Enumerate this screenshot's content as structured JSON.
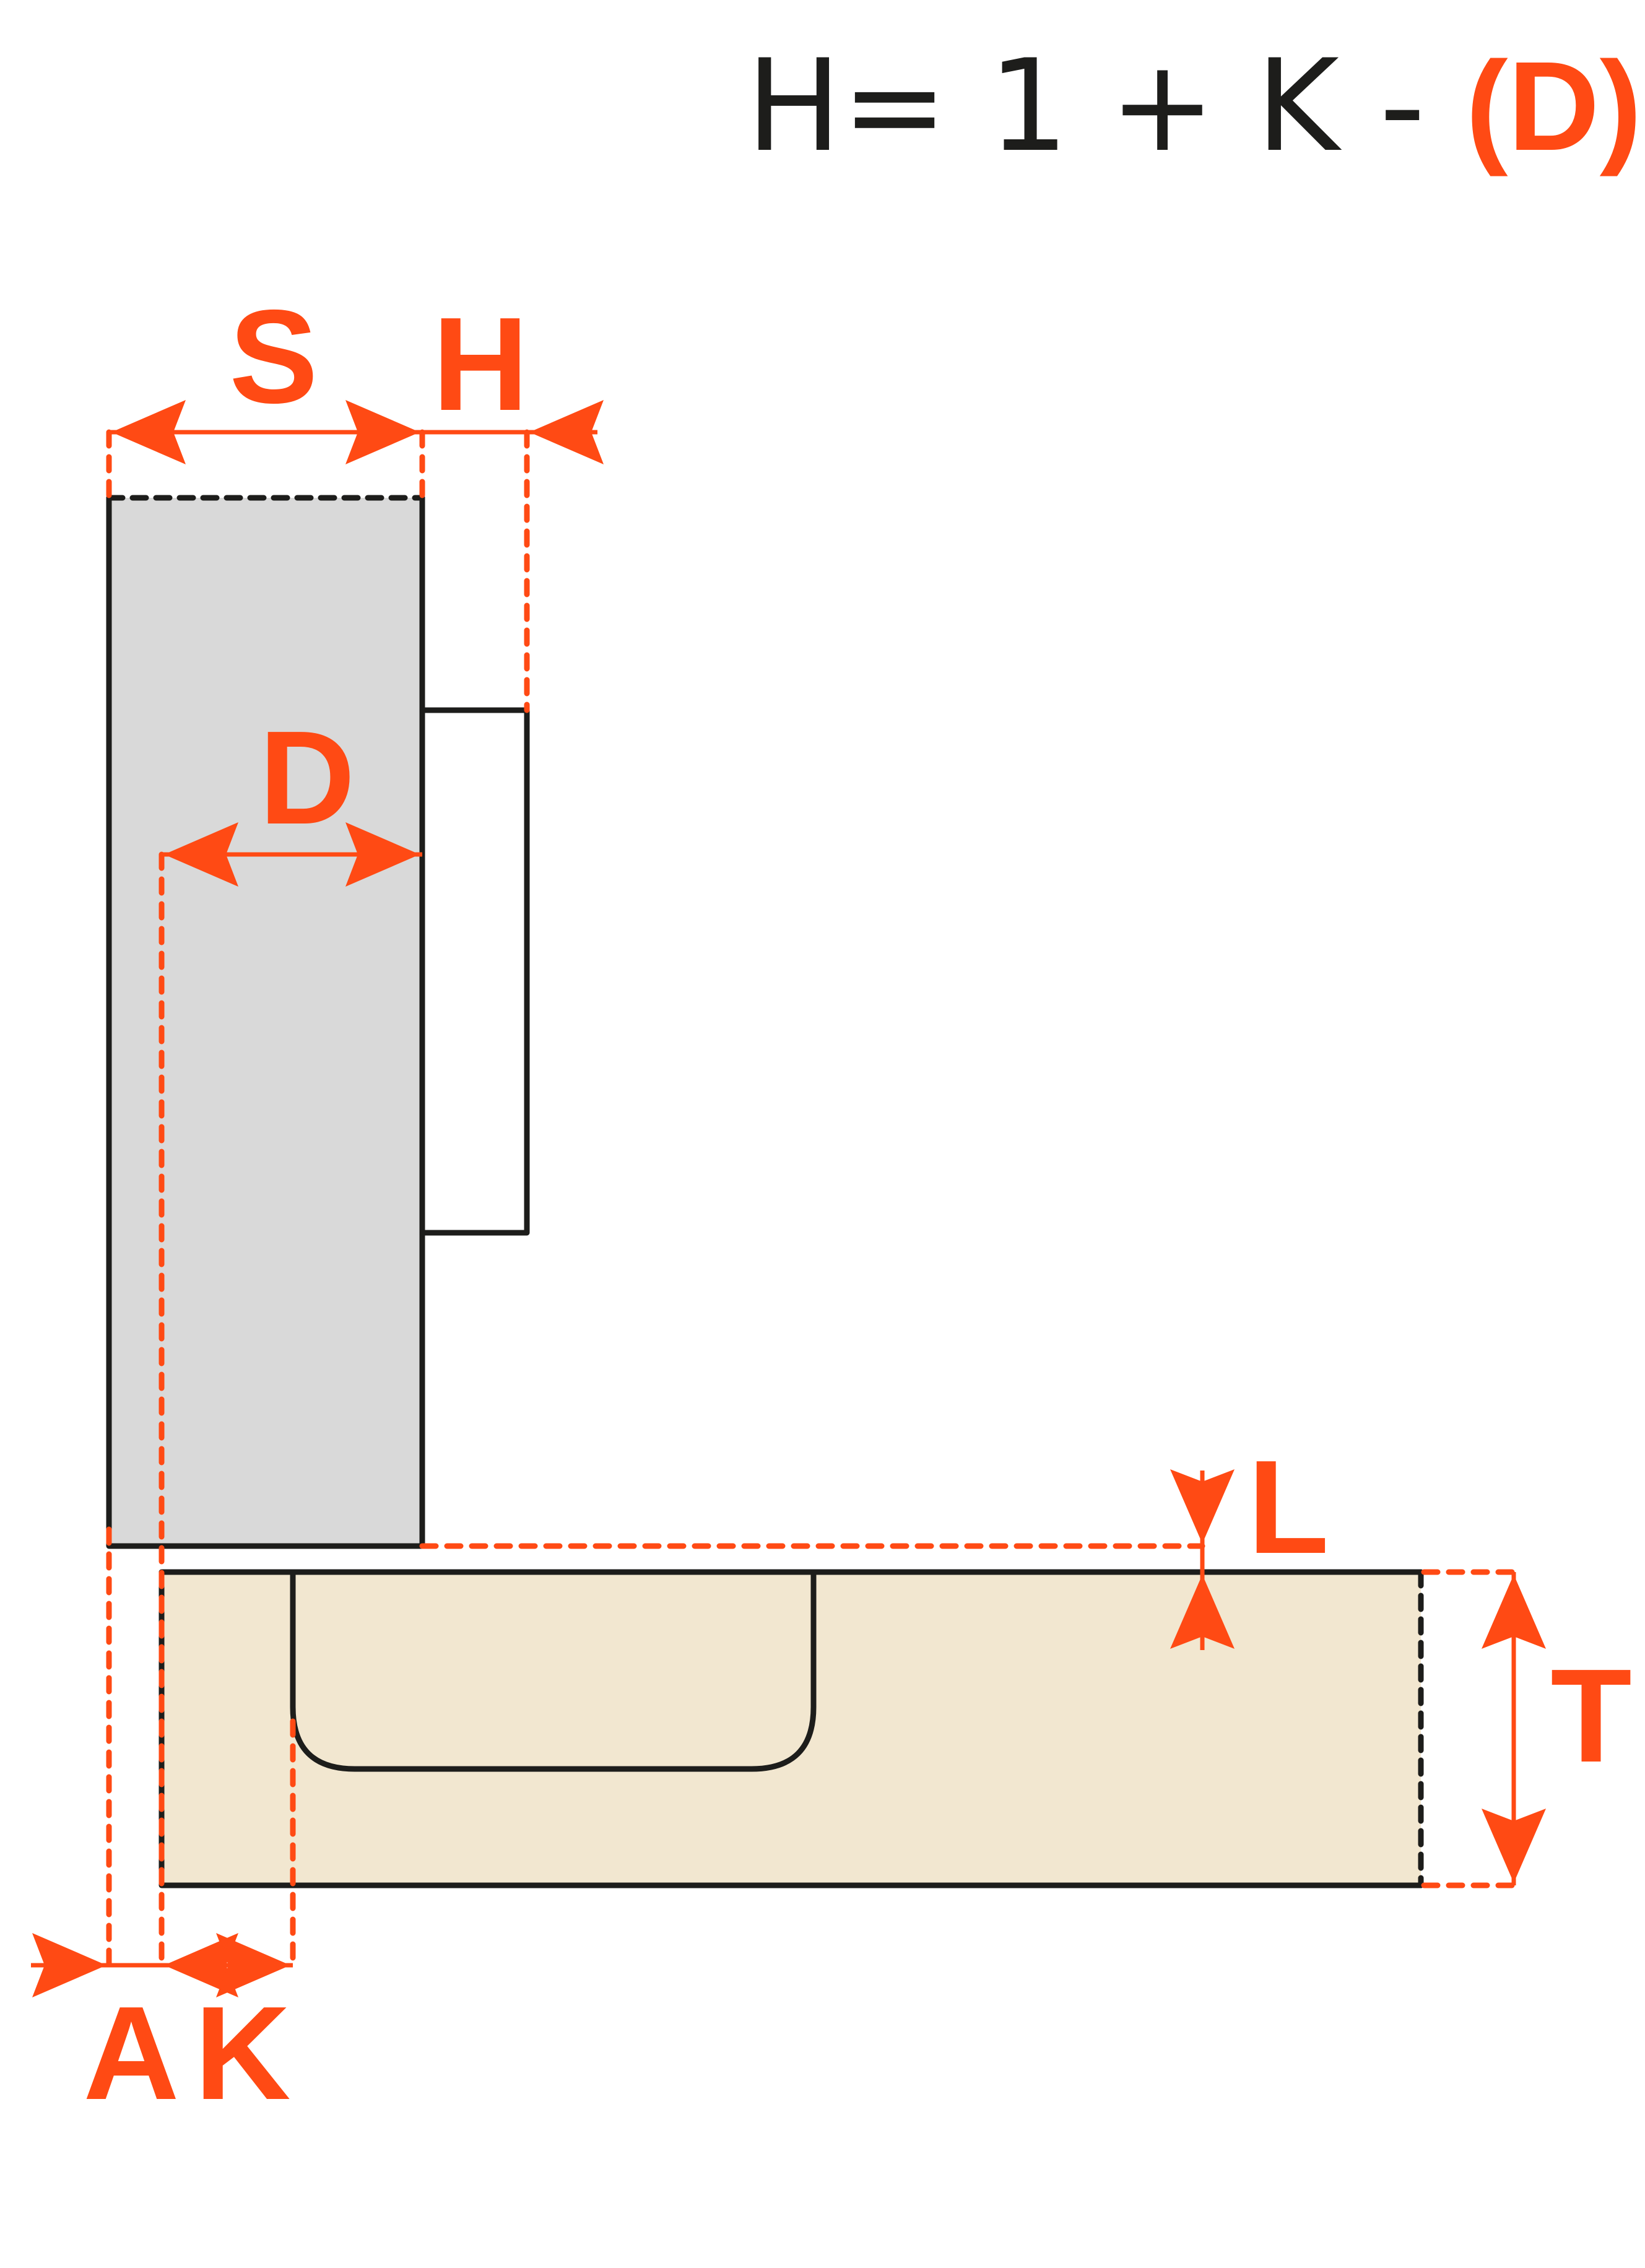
{
  "formula": {
    "prefix": "H= 1 + K - ",
    "highlight": "(D)"
  },
  "labels": {
    "S": "S",
    "H": "H",
    "D": "D",
    "L": "L",
    "T": "T",
    "A": "A",
    "K": "K"
  },
  "colors": {
    "accent": "#ff4a14",
    "line": "#1d1d1b",
    "door": "#d9d9d9",
    "cabinet": "#f2e7d0"
  }
}
